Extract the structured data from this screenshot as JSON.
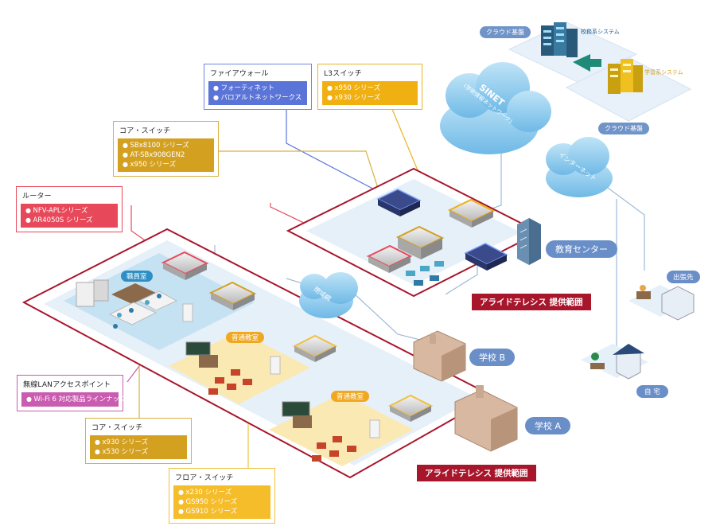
{
  "callouts": {
    "firewall": {
      "title": "ファイアウォール",
      "items": [
        "フォーティネット",
        "パロアルトネットワークス"
      ],
      "color": "#5a74d8",
      "border": "#6f87e0"
    },
    "l3switch": {
      "title": "L3スイッチ",
      "items": [
        "x950 シリーズ",
        "x930 シリーズ"
      ],
      "color": "#f0b012",
      "border": "#e8b424"
    },
    "core_top": {
      "title": "コア・スイッチ",
      "items": [
        "SBx8100 シリーズ",
        "AT-SBx908GEN2",
        "x950 シリーズ"
      ],
      "color": "#d4a020",
      "border": "#d9b040"
    },
    "router": {
      "title": "ルーター",
      "items": [
        "NFV-APLシリーズ",
        "AR4050S シリーズ"
      ],
      "color": "#e8495a",
      "border": "#e8495a"
    },
    "wlan": {
      "title": "無線LANアクセスポイント",
      "items": [
        "Wi-Fi 6 対応製品ラインナップ"
      ],
      "color": "#c95bb0",
      "border": "#c95bb0"
    },
    "core_bottom": {
      "title": "コア・スイッチ",
      "items": [
        "x930 シリーズ",
        "x530 シリーズ"
      ],
      "color": "#d4a020",
      "border": "#d9b040"
    },
    "floor": {
      "title": "フロア・スイッチ",
      "items": [
        "x230 シリーズ",
        "GS950 シリーズ",
        "GS910 シリーズ"
      ],
      "color": "#f5bd2a",
      "border": "#f0c040"
    }
  },
  "labels": {
    "cloud_top": "クラウド基盤",
    "cloud_bottom": "クラウド基盤",
    "system_school": "校務系システム",
    "system_learning": "学習系システム",
    "sinet_line1": "SINET",
    "sinet_line2": "(学術情報ネットワーク)",
    "internet": "インターネット",
    "closed_net": "閉域網",
    "edu_center": "教育センター",
    "school_b": "学校 B",
    "school_a": "学校 A",
    "dispatch": "出張先",
    "home": "自 宅",
    "staff_room": "職員室",
    "classroom1": "普通教室",
    "classroom2": "普通教室",
    "scope1": "アライドテレシス 提供範囲",
    "scope2": "アライドテレシス 提供範囲"
  },
  "colors": {
    "scope_red": "#a8162c",
    "pill_blue": "#6a8fc8",
    "platform": "#e6f0f9",
    "staff_floor": "#c5e2f3",
    "class_floor": "#fbe9b4"
  }
}
